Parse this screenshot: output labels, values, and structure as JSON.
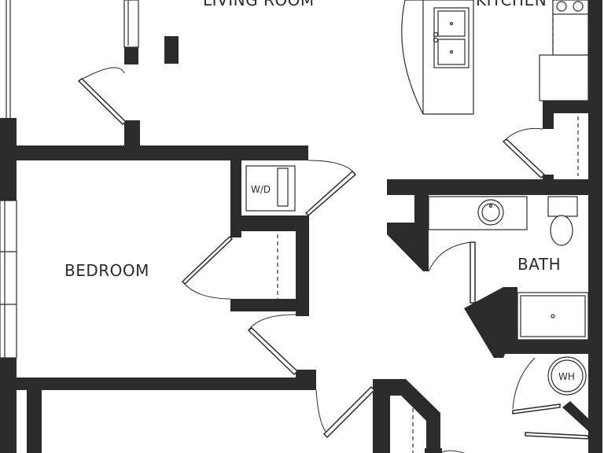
{
  "rooms": {
    "living_room": "LIVING ROOM",
    "kitchen": "KITCHEN",
    "bedroom": "BEDROOM",
    "bath": "BATH"
  },
  "fixtures": {
    "washer_dryer": "W/D",
    "water_heater": "WH"
  },
  "colors": {
    "wall": "#2b2b2b",
    "background": "#ffffff"
  }
}
